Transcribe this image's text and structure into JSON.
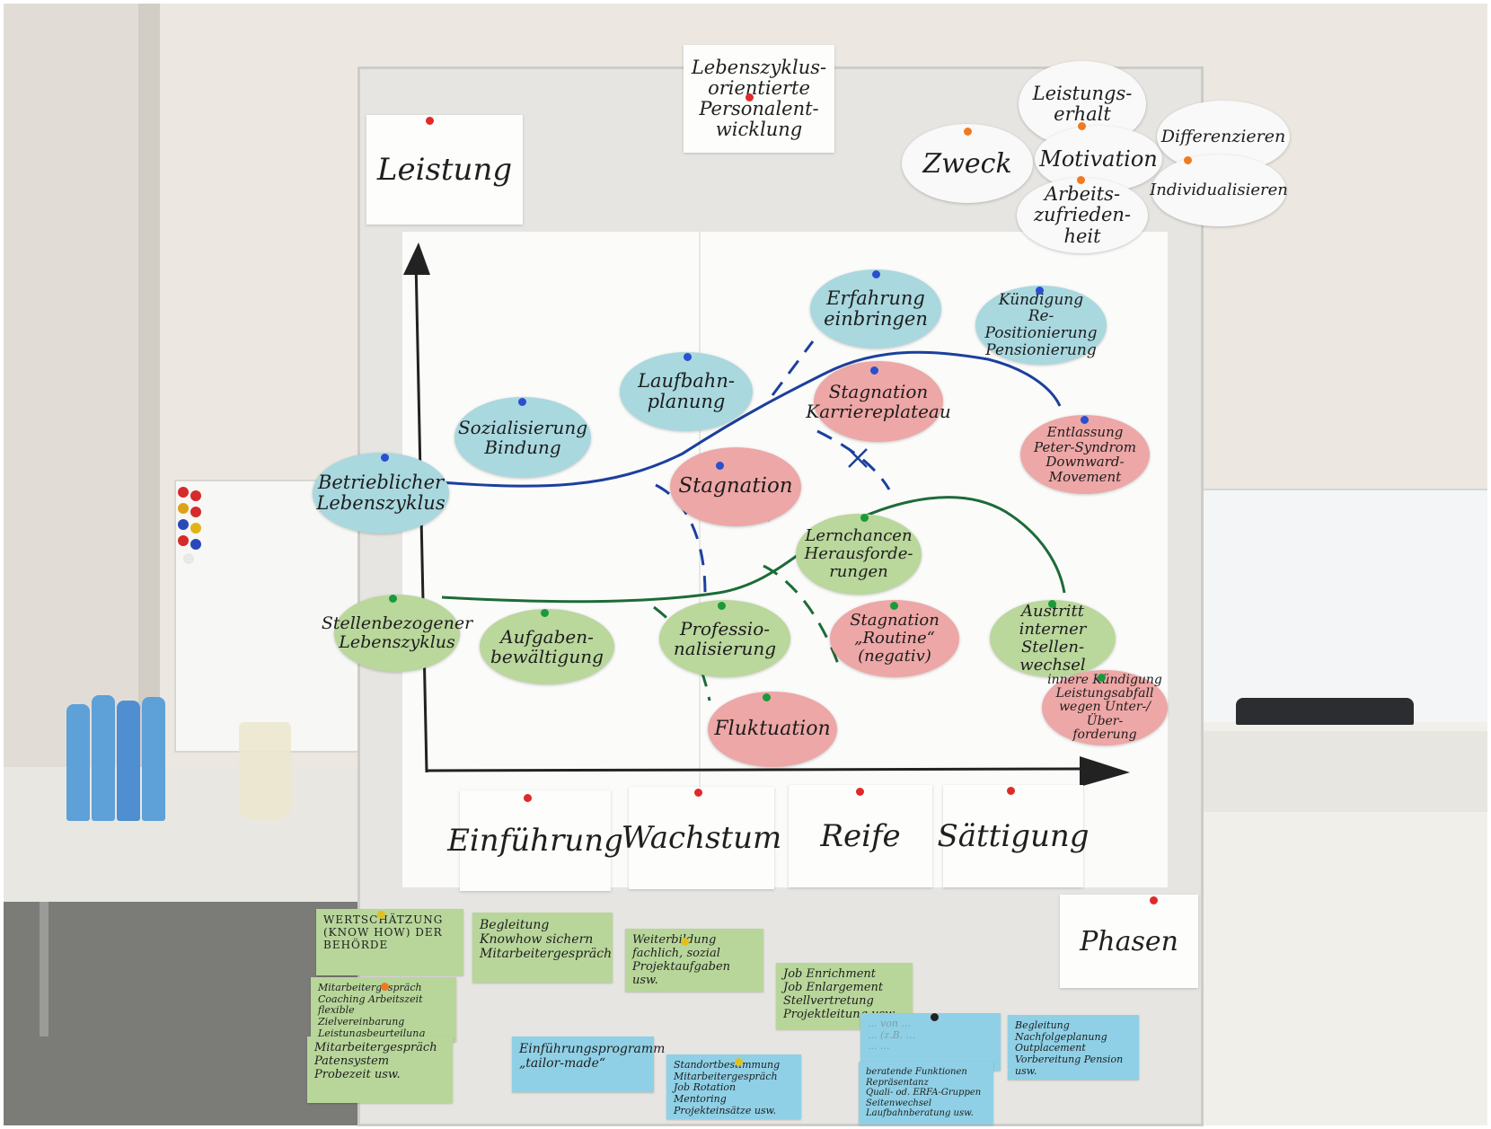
{
  "title_card": "Lebenszyklus-\norientierte\nPersonalent-\nwicklung",
  "corner_card": "Leistung",
  "purpose": {
    "zweck": "Zweck",
    "items": [
      "Leistungs-\nerhalt",
      "Motivation",
      "Arbeits-\nzufrieden-\nheit"
    ],
    "approach": [
      "Differenzieren",
      "Individualisieren"
    ]
  },
  "curves": {
    "company": "Betrieblicher\nLebenszyklus",
    "job": "Stellenbezogener\nLebenszyklus"
  },
  "company_ovals": {
    "sozialisierung": "Sozialisierung\nBindung",
    "laufbahn": "Laufbahn-\nplanung",
    "erfahrung": "Erfahrung\neinbringen",
    "kuendigung": "Kündigung\nRe-Positionierung\nPensionierung",
    "stagnation_karriere": "Stagnation\nKarriereplateau",
    "stagnation": "Stagnation",
    "entlassung": "Entlassung\nPeter-Syndrom\nDownward-\nMovement"
  },
  "job_ovals": {
    "aufgaben": "Aufgaben-\nbewältigung",
    "profession": "Professio-\nnalisierung",
    "lernchancen": "Lernchancen\nHerausforde-\nrungen",
    "routine": "Stagnation\n„Routine“\n(negativ)",
    "austritt": "Austritt\ninterner Stellen-\nwechsel",
    "innere": "innere Kündigung\nLeistungsabfall\nwegen Unter-/Über-\nforderung",
    "fluktuation": "Fluktuation"
  },
  "phases": [
    "Einführung",
    "Wachstum",
    "Reife",
    "Sättigung"
  ],
  "phases_label": "Phasen",
  "notes": {
    "wertschaetzung": "WERTSCHÄTZUNG\n(KNOW HOW) DER\nBEHÖRDE",
    "begleitung": "Begleitung\nKnowhow sichern\nMitarbeitergespräch",
    "weiterbildung": "Weiterbildung\nfachlich, sozial\nProjektaufgaben usw.",
    "job_enrichment": "Job Enrichment\nJob Enlargement\nStellvertretung\nProjektleitung usw.",
    "mitarbeitergespraech_1": "Mitarbeitergespräch\nCoaching  Arbeitszeit\nflexible\nZielvereinbarung\nLeistungsbeurteilung",
    "mitarbeitergespraech_2": "Mitarbeitergespräch\nPatensystem\nProbezeit  usw.",
    "einfuehrungsprogramm": "Einführungsprogramm\n„tailor-made“",
    "standortbestimmung": "Standortbestimmung\nMitarbeitergespräch\nJob Rotation\nMentoring\nProjekteinsätze  usw.",
    "beratende": "beratende Funktionen\nRepräsentanz\nQuali- od. ERFA-Gruppen\nSeitenwechsel\nLaufbahnberatung usw.",
    "begleitung_pension": "Begleitung\nNachfolgeplanung\nOutplacement\nVorbereitung Pension usw.",
    "faint_note": "... von  ...\n... (z.B. ...\n... ..."
  },
  "colors": {
    "blue_oval": "#a9d8df",
    "pink_oval": "#eda7a6",
    "green_oval": "#bad79c",
    "blue_curve": "#1c3f9e",
    "green_curve": "#1d6b37"
  }
}
